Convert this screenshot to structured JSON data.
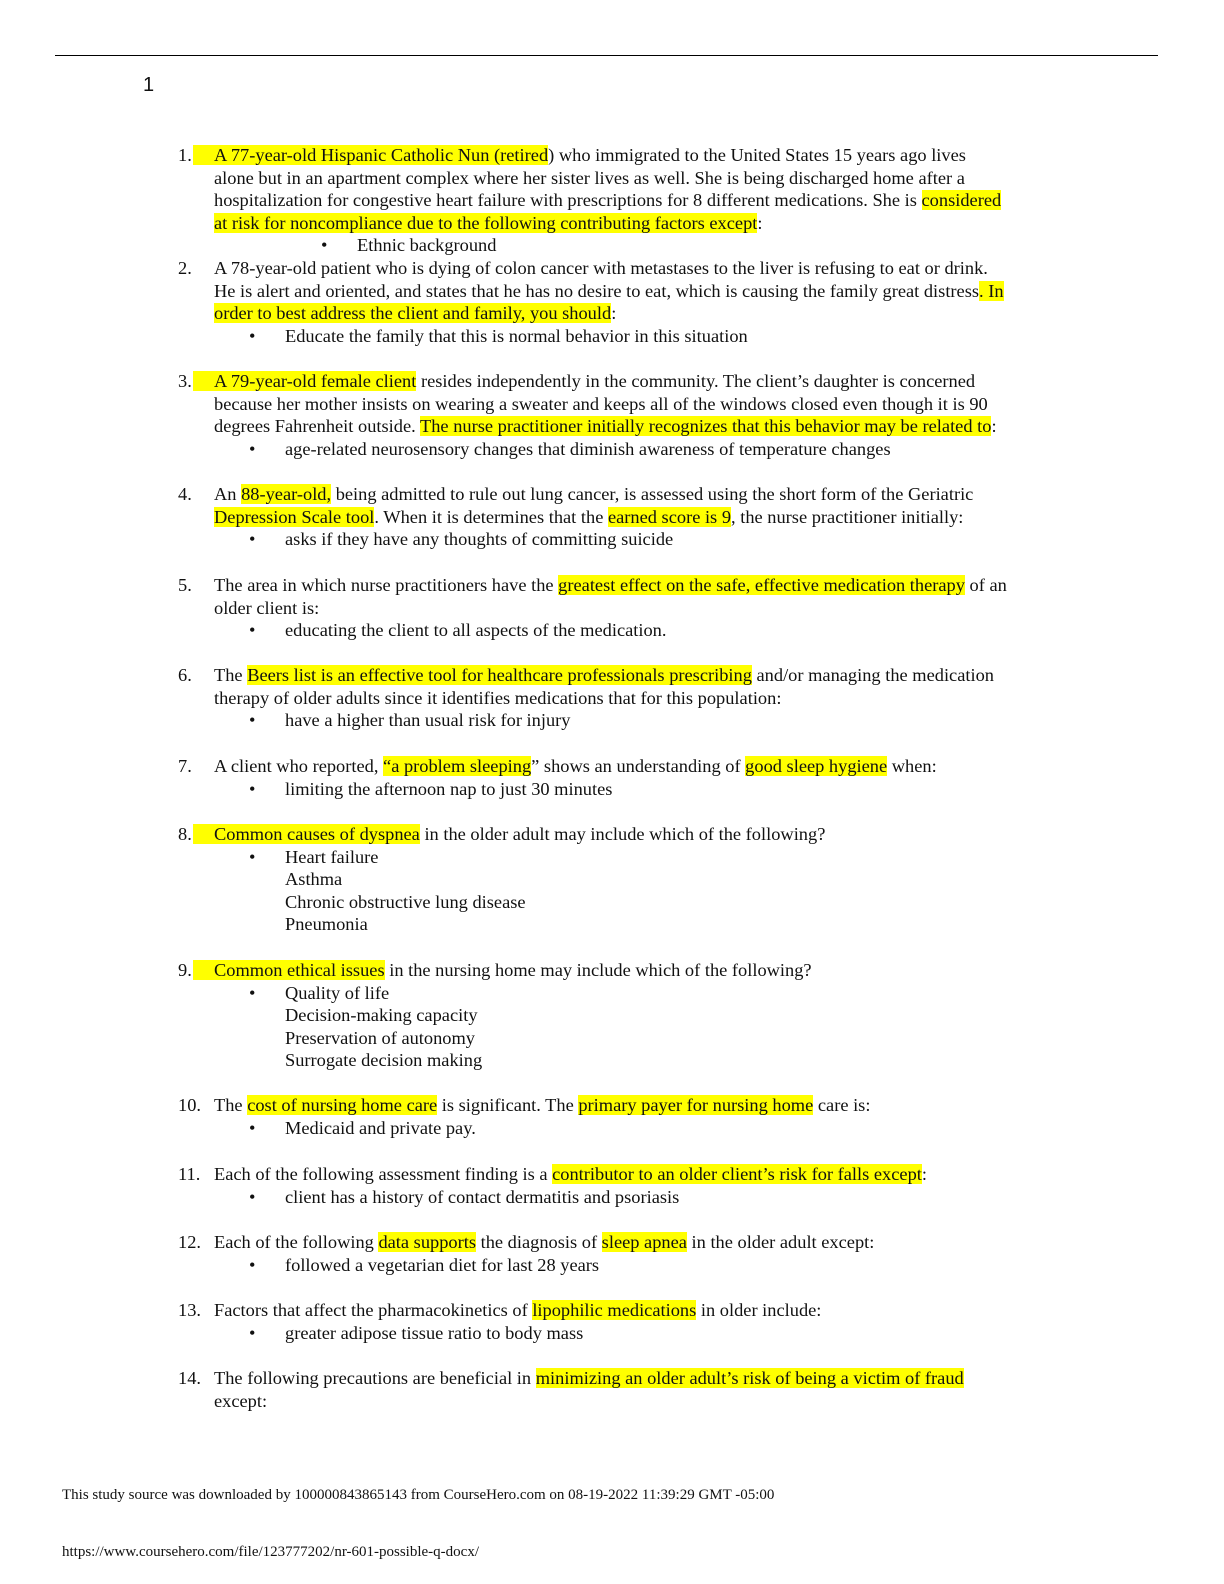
{
  "page_number": "1",
  "highlight_color": "#ffff00",
  "questions": [
    {
      "num": "1.",
      "lines": [
        [
          {
            "t": "A 77-year-old Hispanic Catholic Nun (retired",
            "h": true,
            "tab": true
          },
          {
            "t": ") who immigrated to the United States 15 years ago lives"
          }
        ],
        [
          {
            "t": "alone but in an apartment complex where her sister lives as well. She is being discharged home after a"
          }
        ],
        [
          {
            "t": "hospitalization for congestive heart failure with prescriptions for 8 different medications. She is "
          },
          {
            "t": "considered ",
            "h": true
          }
        ],
        [
          {
            "t": "at risk for noncompliance due to the following contributing factors except",
            "h": true
          },
          {
            "t": ":"
          }
        ]
      ],
      "answers": [
        "Ethnic background"
      ],
      "deep": true
    },
    {
      "num": "2.",
      "lines": [
        [
          {
            "t": "A 78-year-old patient who is dying of colon cancer with metastases to the liver is refusing to eat or drink."
          }
        ],
        [
          {
            "t": "He is alert and oriented, and states that he has no desire to eat, which is causing the family great distress"
          },
          {
            "t": ". In",
            "h": true
          }
        ],
        [
          {
            "t": "order to best address the client and family, you should",
            "h": true
          },
          {
            "t": ":"
          }
        ]
      ],
      "answers": [
        "Educate the family that this is normal behavior in this situation"
      ]
    },
    {
      "num": "3.",
      "lines": [
        [
          {
            "t": "A 79-year-old female client",
            "h": true,
            "tab": true
          },
          {
            "t": " resides independently in the community. The client’s daughter is concerned"
          }
        ],
        [
          {
            "t": "because her mother insists on wearing a sweater and keeps all of the windows closed even though it is 90"
          }
        ],
        [
          {
            "t": "degrees Fahrenheit outside. "
          },
          {
            "t": "The nurse practitioner initially recognizes that this behavior may be related to",
            "h": true
          },
          {
            "t": ":"
          }
        ]
      ],
      "answers": [
        "age-related neurosensory changes that diminish awareness of temperature changes"
      ]
    },
    {
      "num": "4.",
      "lines": [
        [
          {
            "t": "An "
          },
          {
            "t": "88-year-old,",
            "h": true
          },
          {
            "t": " being admitted to rule out lung cancer, is assessed using the short form of the Geriatric"
          }
        ],
        [
          {
            "t": "Depression Scale tool",
            "h": true
          },
          {
            "t": ". When it is determines that the "
          },
          {
            "t": "earned score is 9",
            "h": true
          },
          {
            "t": ", the nurse practitioner initially:"
          }
        ]
      ],
      "answers": [
        "asks if they have any thoughts of committing suicide"
      ]
    },
    {
      "num": "5.",
      "lines": [
        [
          {
            "t": "The area in which nurse practitioners have the "
          },
          {
            "t": "greatest effect on the safe, effective medication therapy",
            "h": true
          },
          {
            "t": " of an"
          }
        ],
        [
          {
            "t": "older client is:"
          }
        ]
      ],
      "answers": [
        "educating the client to all aspects of the medication."
      ]
    },
    {
      "num": "6.",
      "lines": [
        [
          {
            "t": "The "
          },
          {
            "t": "Beers list is an effective tool for healthcare professionals prescribing",
            "h": true
          },
          {
            "t": " and/or managing the medication"
          }
        ],
        [
          {
            "t": "therapy of older adults since it identifies medications that for this population:"
          }
        ]
      ],
      "answers": [
        "have a higher than usual risk for injury"
      ]
    },
    {
      "num": "7.",
      "lines": [
        [
          {
            "t": "A client who reported, "
          },
          {
            "t": "“a problem sleeping",
            "h": true
          },
          {
            "t": "” shows an understanding of "
          },
          {
            "t": "good sleep hygiene",
            "h": true
          },
          {
            "t": " when:"
          }
        ]
      ],
      "answers": [
        "limiting the afternoon nap to just 30 minutes"
      ]
    },
    {
      "num": "8.",
      "lines": [
        [
          {
            "t": "Common causes of dyspnea",
            "h": true,
            "tab": true
          },
          {
            "t": " in the older adult may include which of the following?"
          }
        ]
      ],
      "answers": [
        "Heart failure",
        "Asthma",
        "Chronic obstructive lung disease",
        "Pneumonia"
      ]
    },
    {
      "num": "9.",
      "lines": [
        [
          {
            "t": "Common ethical issues",
            "h": true,
            "tab": true
          },
          {
            "t": " in the nursing home may include which of the following?"
          }
        ]
      ],
      "answers": [
        "Quality of life",
        "Decision-making capacity",
        "Preservation of autonomy",
        "Surrogate decision making"
      ]
    },
    {
      "num": "10.",
      "lines": [
        [
          {
            "t": "The "
          },
          {
            "t": "cost of nursing home care",
            "h": true
          },
          {
            "t": " is significant. The "
          },
          {
            "t": "primary payer for nursing home",
            "h": true
          },
          {
            "t": " care is:"
          }
        ]
      ],
      "answers": [
        "Medicaid and private pay."
      ]
    },
    {
      "num": "11.",
      "lines": [
        [
          {
            "t": "Each of the following assessment finding is a "
          },
          {
            "t": "contributor to an older client’s risk for falls except",
            "h": true
          },
          {
            "t": ":"
          }
        ]
      ],
      "answers": [
        "client has a history of contact dermatitis and psoriasis"
      ]
    },
    {
      "num": "12.",
      "lines": [
        [
          {
            "t": "Each of the following "
          },
          {
            "t": "data supports",
            "h": true
          },
          {
            "t": " the diagnosis of "
          },
          {
            "t": "sleep apnea",
            "h": true
          },
          {
            "t": " in the older adult except:"
          }
        ]
      ],
      "answers": [
        "followed a vegetarian diet for last 28 years"
      ]
    },
    {
      "num": "13.",
      "lines": [
        [
          {
            "t": "Factors that affect the pharmacokinetics of "
          },
          {
            "t": "lipophilic medications",
            "h": true
          },
          {
            "t": " in older include:"
          }
        ]
      ],
      "answers": [
        "greater adipose tissue ratio to body mass"
      ]
    },
    {
      "num": "14.",
      "lines": [
        [
          {
            "t": "The following precautions are beneficial in "
          },
          {
            "t": "minimizing an older adult’s risk of being a victim of fraud",
            "h": true
          }
        ],
        [
          {
            "t": "except:"
          }
        ]
      ],
      "answers": []
    }
  ],
  "footer": {
    "download_notice": "This study source was downloaded by 100000843865143 from CourseHero.com on 08-19-2022 11:39:29 GMT -05:00",
    "url": "https://www.coursehero.com/file/123777202/nr-601-possible-q-docx/"
  }
}
